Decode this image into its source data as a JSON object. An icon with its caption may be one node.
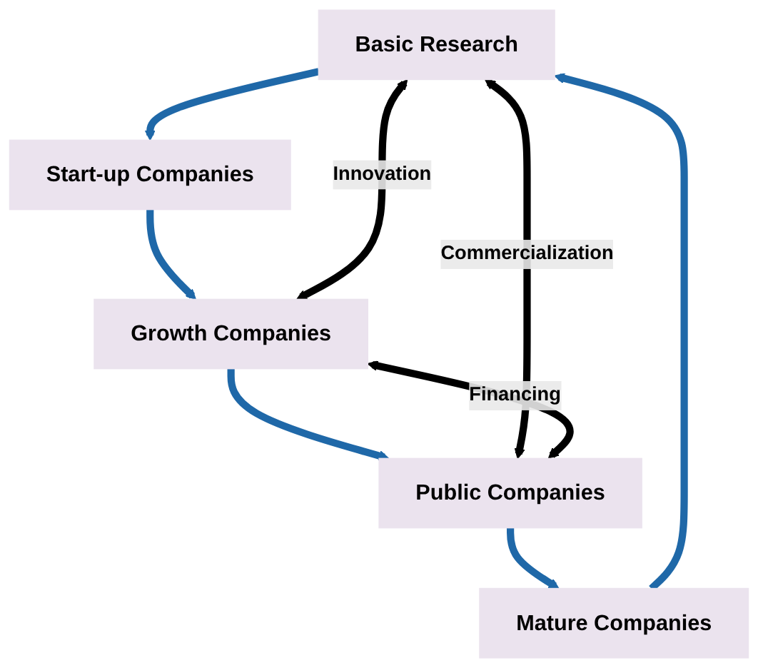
{
  "diagram": {
    "nodes": [
      {
        "text": [
          "Basic Research"
        ]
      },
      {
        "text": [
          "Start-up Companies"
        ]
      },
      {
        "text": [
          "Growth Companies"
        ]
      },
      {
        "text": [
          "Public Companies"
        ]
      },
      {
        "text": [
          "Mature Companies"
        ]
      }
    ],
    "edges": [
      {
        "from": 0,
        "to": 1,
        "arrow": "to"
      },
      {
        "from": 1,
        "to": 2,
        "arrow": "to"
      },
      {
        "from": 2,
        "to": 3,
        "arrow": "to"
      },
      {
        "from": 3,
        "to": 4,
        "arrow": "to"
      },
      {
        "from": 4,
        "to": 0,
        "arrow": "to"
      },
      {
        "from": 0,
        "to": 3,
        "arrow": "both",
        "label": "Commercialization",
        "color": "#000000"
      },
      {
        "from": 0,
        "to": 2,
        "arrow": "both",
        "label": "Innovation",
        "color": "#000000"
      },
      {
        "from": 3,
        "to": 2,
        "arrow": "both",
        "label": "Financing",
        "color": "#000000"
      }
    ]
  }
}
